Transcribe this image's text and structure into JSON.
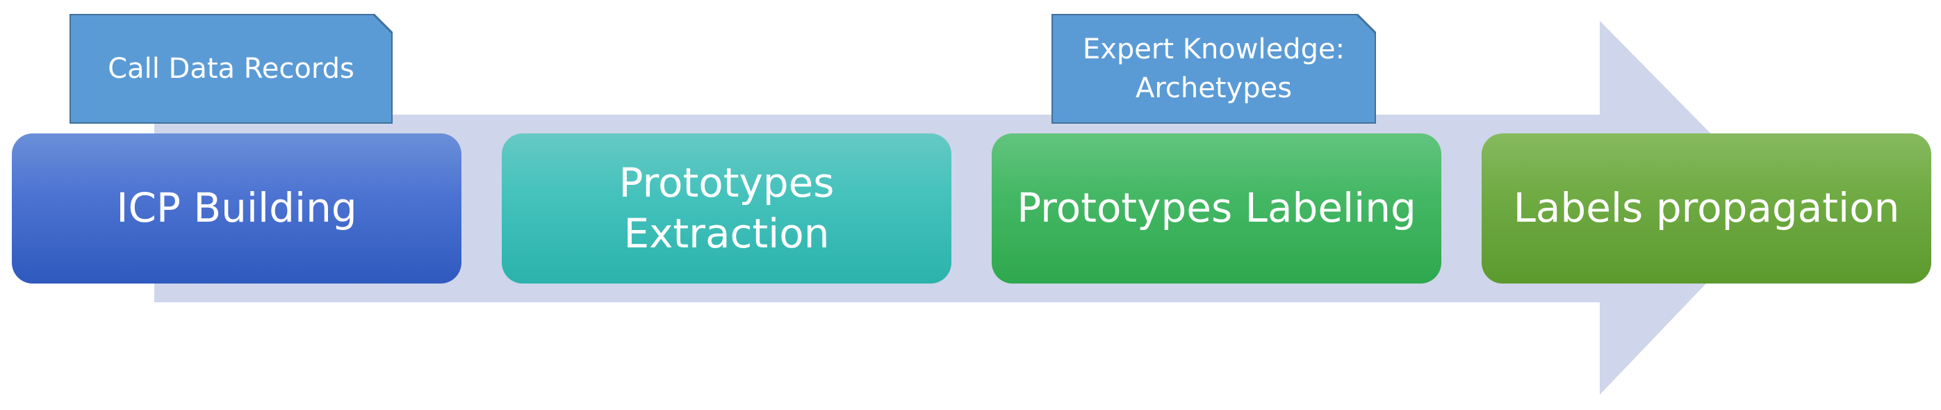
{
  "diagram": {
    "steps": [
      {
        "lines": [
          "ICP Building"
        ]
      },
      {
        "lines": [
          "Prototypes",
          "Extraction"
        ]
      },
      {
        "lines": [
          "Prototypes Labeling"
        ]
      },
      {
        "lines": [
          "Labels propagation"
        ]
      }
    ],
    "tags": [
      {
        "lines": [
          "Call Data Records"
        ]
      },
      {
        "lines": [
          "Expert Knowledge:",
          "Archetypes"
        ]
      }
    ]
  },
  "colors": {
    "arrow": "#cfd5ea",
    "tag_fill": "#5b9bd5",
    "tag_border": "#41719c",
    "step_1": "#4d74d2",
    "step_2": "#45c2bc",
    "step_3": "#45b865",
    "step_4": "#70ab44"
  }
}
